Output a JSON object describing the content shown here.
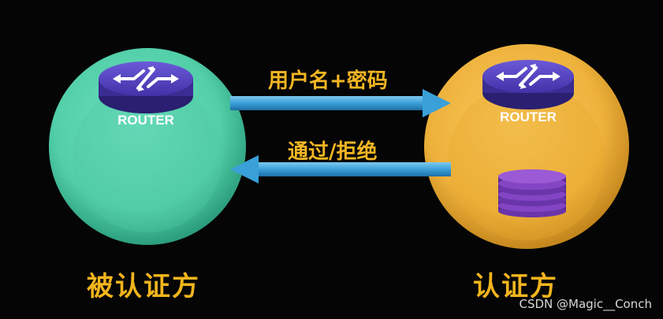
{
  "nodes": {
    "supplicant": {
      "title": "被认证方",
      "router_label": "ROUTER",
      "color": "#5cd6b0"
    },
    "authenticator": {
      "title": "认证方",
      "router_label": "ROUTER",
      "color": "#f0b43c"
    }
  },
  "messages": {
    "request": "用户名+密码",
    "response": "通过/拒绝"
  },
  "watermark": "CSDN @Magic__Conch",
  "colors": {
    "arrow": "#3aa6dc",
    "label": "#f4b623",
    "router_body": "#4b3fb0",
    "database": "#7a3fb8"
  }
}
